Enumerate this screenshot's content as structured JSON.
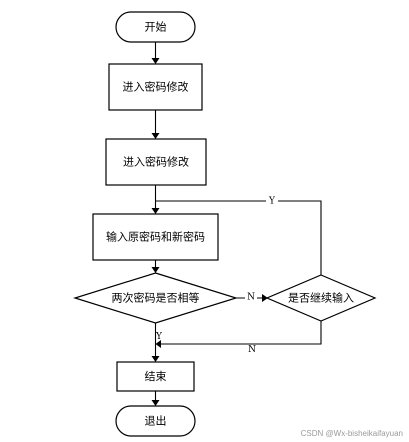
{
  "nodes": {
    "start": "开始",
    "step1": "进入密码修改",
    "step2": "进入密码修改",
    "step3": "输入原密码和新密码",
    "decision1": "两次密码是否相等",
    "decision2": "是否继续输入",
    "end": "结束",
    "exit": "退出"
  },
  "edges": {
    "d1_to_d2": "N",
    "d2_loop_top": "Y",
    "d2_no_bottom": "N",
    "d1_yes": "Y"
  },
  "watermark": "CSDN @Wx-bisheikaifayuan"
}
